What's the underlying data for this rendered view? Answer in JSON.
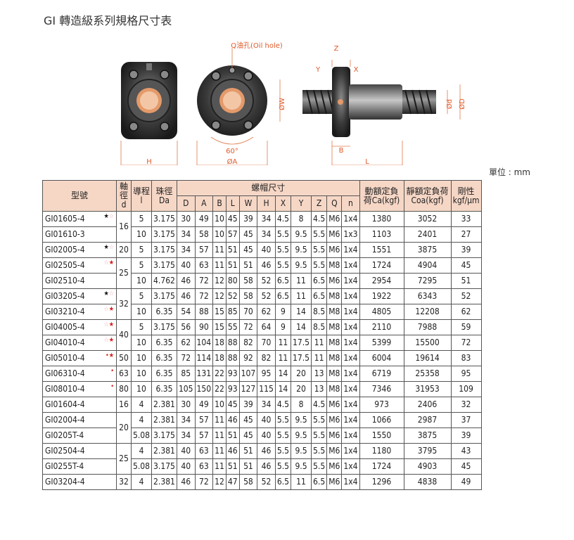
{
  "title": "GI 轉造級系列規格尺寸表",
  "unit_label": "單位 : mm",
  "drawing": {
    "oil_hole_label": "Q油孔(Oil hole)",
    "angle_label": "60°",
    "dim_w": "ØW",
    "dim_a": "ØA",
    "dim_h": "H",
    "dim_z": "Z",
    "dim_y": "Y",
    "dim_x": "X",
    "dim_b": "B",
    "dim_l": "L",
    "dim_d": "ØD",
    "dim_d_small": "Ød"
  },
  "headers": {
    "model": "型號",
    "shaft_dia": "軸徑d",
    "lead": "導程l",
    "ball_dia": "珠徑Da",
    "nut_dims": "螺帽尺寸",
    "cols": [
      "D",
      "A",
      "B",
      "L",
      "W",
      "H",
      "X",
      "Y",
      "Z",
      "Q",
      "n"
    ],
    "dynamic": "動額定負荷Ca(kgf)",
    "static": "靜額定負荷Coa(kgf)",
    "rigidity": "剛性kgf/μm"
  },
  "rows": [
    {
      "model": "GI01605-4",
      "marks": "black,hollow",
      "d": "16",
      "l": "5",
      "da": "3.175",
      "dims": [
        "30",
        "49",
        "10",
        "45",
        "39",
        "34",
        "4.5",
        "8",
        "4.5",
        "M6",
        "1x4"
      ],
      "ca": "1380",
      "coa": "3052",
      "k": "33"
    },
    {
      "model": "GI01610-3",
      "marks": "",
      "d": "",
      "l": "10",
      "da": "3.175",
      "dims": [
        "34",
        "58",
        "10",
        "57",
        "45",
        "34",
        "5.5",
        "9.5",
        "5.5",
        "M6",
        "1x3"
      ],
      "ca": "1103",
      "coa": "2401",
      "k": "27"
    },
    {
      "model": "GI02005-4",
      "marks": "black,hollow",
      "d": "20",
      "l": "5",
      "da": "3.175",
      "dims": [
        "34",
        "57",
        "11",
        "51",
        "45",
        "40",
        "5.5",
        "9.5",
        "5.5",
        "M6",
        "1x4"
      ],
      "ca": "1551",
      "coa": "3875",
      "k": "39"
    },
    {
      "model": "GI02505-4",
      "marks": "hollow,red",
      "d": "25",
      "l": "5",
      "da": "3.175",
      "dims": [
        "40",
        "63",
        "11",
        "51",
        "51",
        "46",
        "5.5",
        "9.5",
        "5.5",
        "M8",
        "1x4"
      ],
      "ca": "1724",
      "coa": "4904",
      "k": "45"
    },
    {
      "model": "GI02510-4",
      "marks": "",
      "d": "",
      "l": "10",
      "da": "4.762",
      "dims": [
        "46",
        "72",
        "12",
        "80",
        "58",
        "52",
        "6.5",
        "11",
        "6.5",
        "M6",
        "1x4"
      ],
      "ca": "2954",
      "coa": "7295",
      "k": "51"
    },
    {
      "model": "GI03205-4",
      "marks": "black,hollow",
      "d": "32",
      "l": "5",
      "da": "3.175",
      "dims": [
        "46",
        "72",
        "12",
        "52",
        "58",
        "52",
        "6.5",
        "11",
        "6.5",
        "M8",
        "1x4"
      ],
      "ca": "1922",
      "coa": "6343",
      "k": "52"
    },
    {
      "model": "GI03210-4",
      "marks": "hollow,red",
      "d": "",
      "l": "10",
      "da": "6.35",
      "dims": [
        "54",
        "88",
        "15",
        "85",
        "70",
        "62",
        "9",
        "14",
        "8.5",
        "M8",
        "1x4"
      ],
      "ca": "4805",
      "coa": "12208",
      "k": "62"
    },
    {
      "model": "GI04005-4",
      "marks": "hollow,red",
      "d": "40",
      "l": "5",
      "da": "3.175",
      "dims": [
        "56",
        "90",
        "15",
        "55",
        "72",
        "64",
        "9",
        "14",
        "8.5",
        "M8",
        "1x4"
      ],
      "ca": "2110",
      "coa": "7988",
      "k": "59"
    },
    {
      "model": "GI04010-4",
      "marks": "hollow,red",
      "d": "",
      "l": "10",
      "da": "6.35",
      "dims": [
        "62",
        "104",
        "18",
        "88",
        "82",
        "70",
        "11",
        "17.5",
        "11",
        "M8",
        "1x4"
      ],
      "ca": "5399",
      "coa": "15500",
      "k": "72"
    },
    {
      "model": "GI05010-4",
      "marks": "dot,red",
      "d": "50",
      "l": "10",
      "da": "6.35",
      "dims": [
        "72",
        "114",
        "18",
        "88",
        "92",
        "82",
        "11",
        "17.5",
        "11",
        "M8",
        "1x4"
      ],
      "ca": "6004",
      "coa": "19614",
      "k": "83"
    },
    {
      "model": "GI06310-4",
      "marks": "dot",
      "d": "63",
      "l": "10",
      "da": "6.35",
      "dims": [
        "85",
        "131",
        "22",
        "93",
        "107",
        "95",
        "14",
        "20",
        "13",
        "M8",
        "1x4"
      ],
      "ca": "6719",
      "coa": "25358",
      "k": "95"
    },
    {
      "model": "GI08010-4",
      "marks": "dot",
      "d": "80",
      "l": "10",
      "da": "6.35",
      "dims": [
        "105",
        "150",
        "22",
        "93",
        "127",
        "115",
        "14",
        "20",
        "13",
        "M8",
        "1x4"
      ],
      "ca": "7346",
      "coa": "31953",
      "k": "109"
    },
    {
      "model": "GI01604-4",
      "marks": "",
      "d": "16",
      "l": "4",
      "da": "2.381",
      "dims": [
        "30",
        "49",
        "10",
        "45",
        "39",
        "34",
        "4.5",
        "8",
        "4.5",
        "M6",
        "1x4"
      ],
      "ca": "973",
      "coa": "2406",
      "k": "32"
    },
    {
      "model": "GI02004-4",
      "marks": "",
      "d": "20",
      "l": "4",
      "da": "2.381",
      "dims": [
        "34",
        "57",
        "11",
        "46",
        "45",
        "40",
        "5.5",
        "9.5",
        "5.5",
        "M6",
        "1x4"
      ],
      "ca": "1066",
      "coa": "2987",
      "k": "37"
    },
    {
      "model": "GI0205T-4",
      "marks": "",
      "d": "",
      "l": "5.08",
      "da": "3.175",
      "dims": [
        "34",
        "57",
        "11",
        "51",
        "45",
        "40",
        "5.5",
        "9.5",
        "5.5",
        "M6",
        "1x4"
      ],
      "ca": "1550",
      "coa": "3875",
      "k": "39"
    },
    {
      "model": "GI02504-4",
      "marks": "",
      "d": "25",
      "l": "4",
      "da": "2.381",
      "dims": [
        "40",
        "63",
        "11",
        "46",
        "51",
        "46",
        "5.5",
        "9.5",
        "5.5",
        "M6",
        "1x4"
      ],
      "ca": "1180",
      "coa": "3795",
      "k": "43"
    },
    {
      "model": "GI0255T-4",
      "marks": "",
      "d": "",
      "l": "5.08",
      "da": "3.175",
      "dims": [
        "40",
        "63",
        "11",
        "51",
        "51",
        "46",
        "5.5",
        "9.5",
        "5.5",
        "M6",
        "1x4"
      ],
      "ca": "1724",
      "coa": "4903",
      "k": "45"
    },
    {
      "model": "GI03204-4",
      "marks": "",
      "d": "32",
      "l": "4",
      "da": "2.381",
      "dims": [
        "46",
        "72",
        "12",
        "47",
        "58",
        "52",
        "6.5",
        "11",
        "6.5",
        "M6",
        "1x4"
      ],
      "ca": "1296",
      "coa": "4838",
      "k": "49"
    }
  ]
}
